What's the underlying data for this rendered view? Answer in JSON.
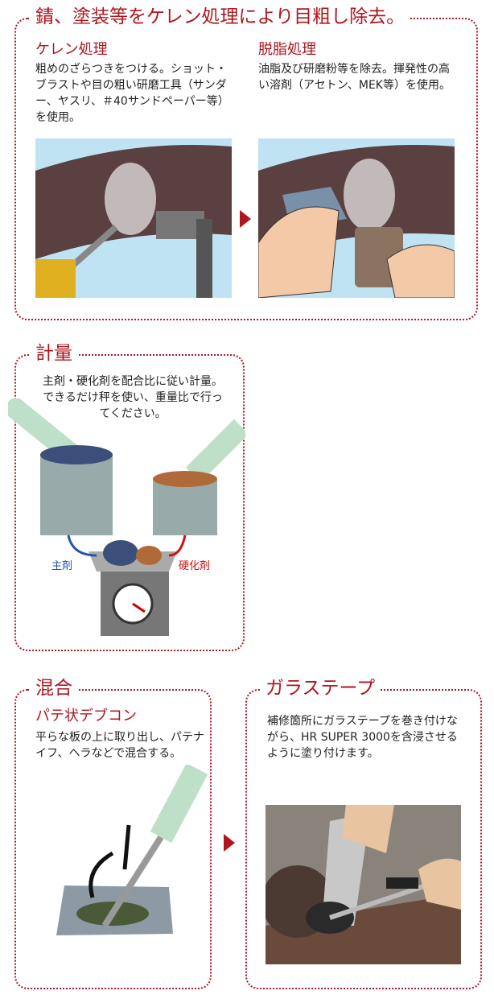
{
  "section1": {
    "title": "錆、塗装等をケレン処理により目粗し除去。",
    "left": {
      "heading": "ケレン処理",
      "body": "粗めのざらつきをつける。ショット・ブラストや目の粗い研磨工具（サンダー、ヤスリ、＃40サンドペーパー等）を使用。"
    },
    "right": {
      "heading": "脱脂処理",
      "body": "油脂及び研磨粉等を除去。揮発性の高い溶剤（アセトン、MEK等）を使用。"
    }
  },
  "section2": {
    "title": "計量",
    "body": "主剤・硬化剤を配合比に従い計量。できるだけ秤を使い、重量比で行ってください。",
    "label_main": "主剤",
    "label_hardener": "硬化剤"
  },
  "section3": {
    "title": "混合",
    "heading": "パテ状デブコン",
    "body": "平らな板の上に取り出し、パテナイフ、ヘラなどで混合する。"
  },
  "section4": {
    "title": "ガラステープ",
    "body": "補修箇所にガラステープを巻き付けながら、HR SUPER 3000を含浸させるように塗り付けます。"
  },
  "colors": {
    "accent": "#b0161e",
    "pipe": "#5a4040",
    "sky": "#bfe3f2"
  }
}
